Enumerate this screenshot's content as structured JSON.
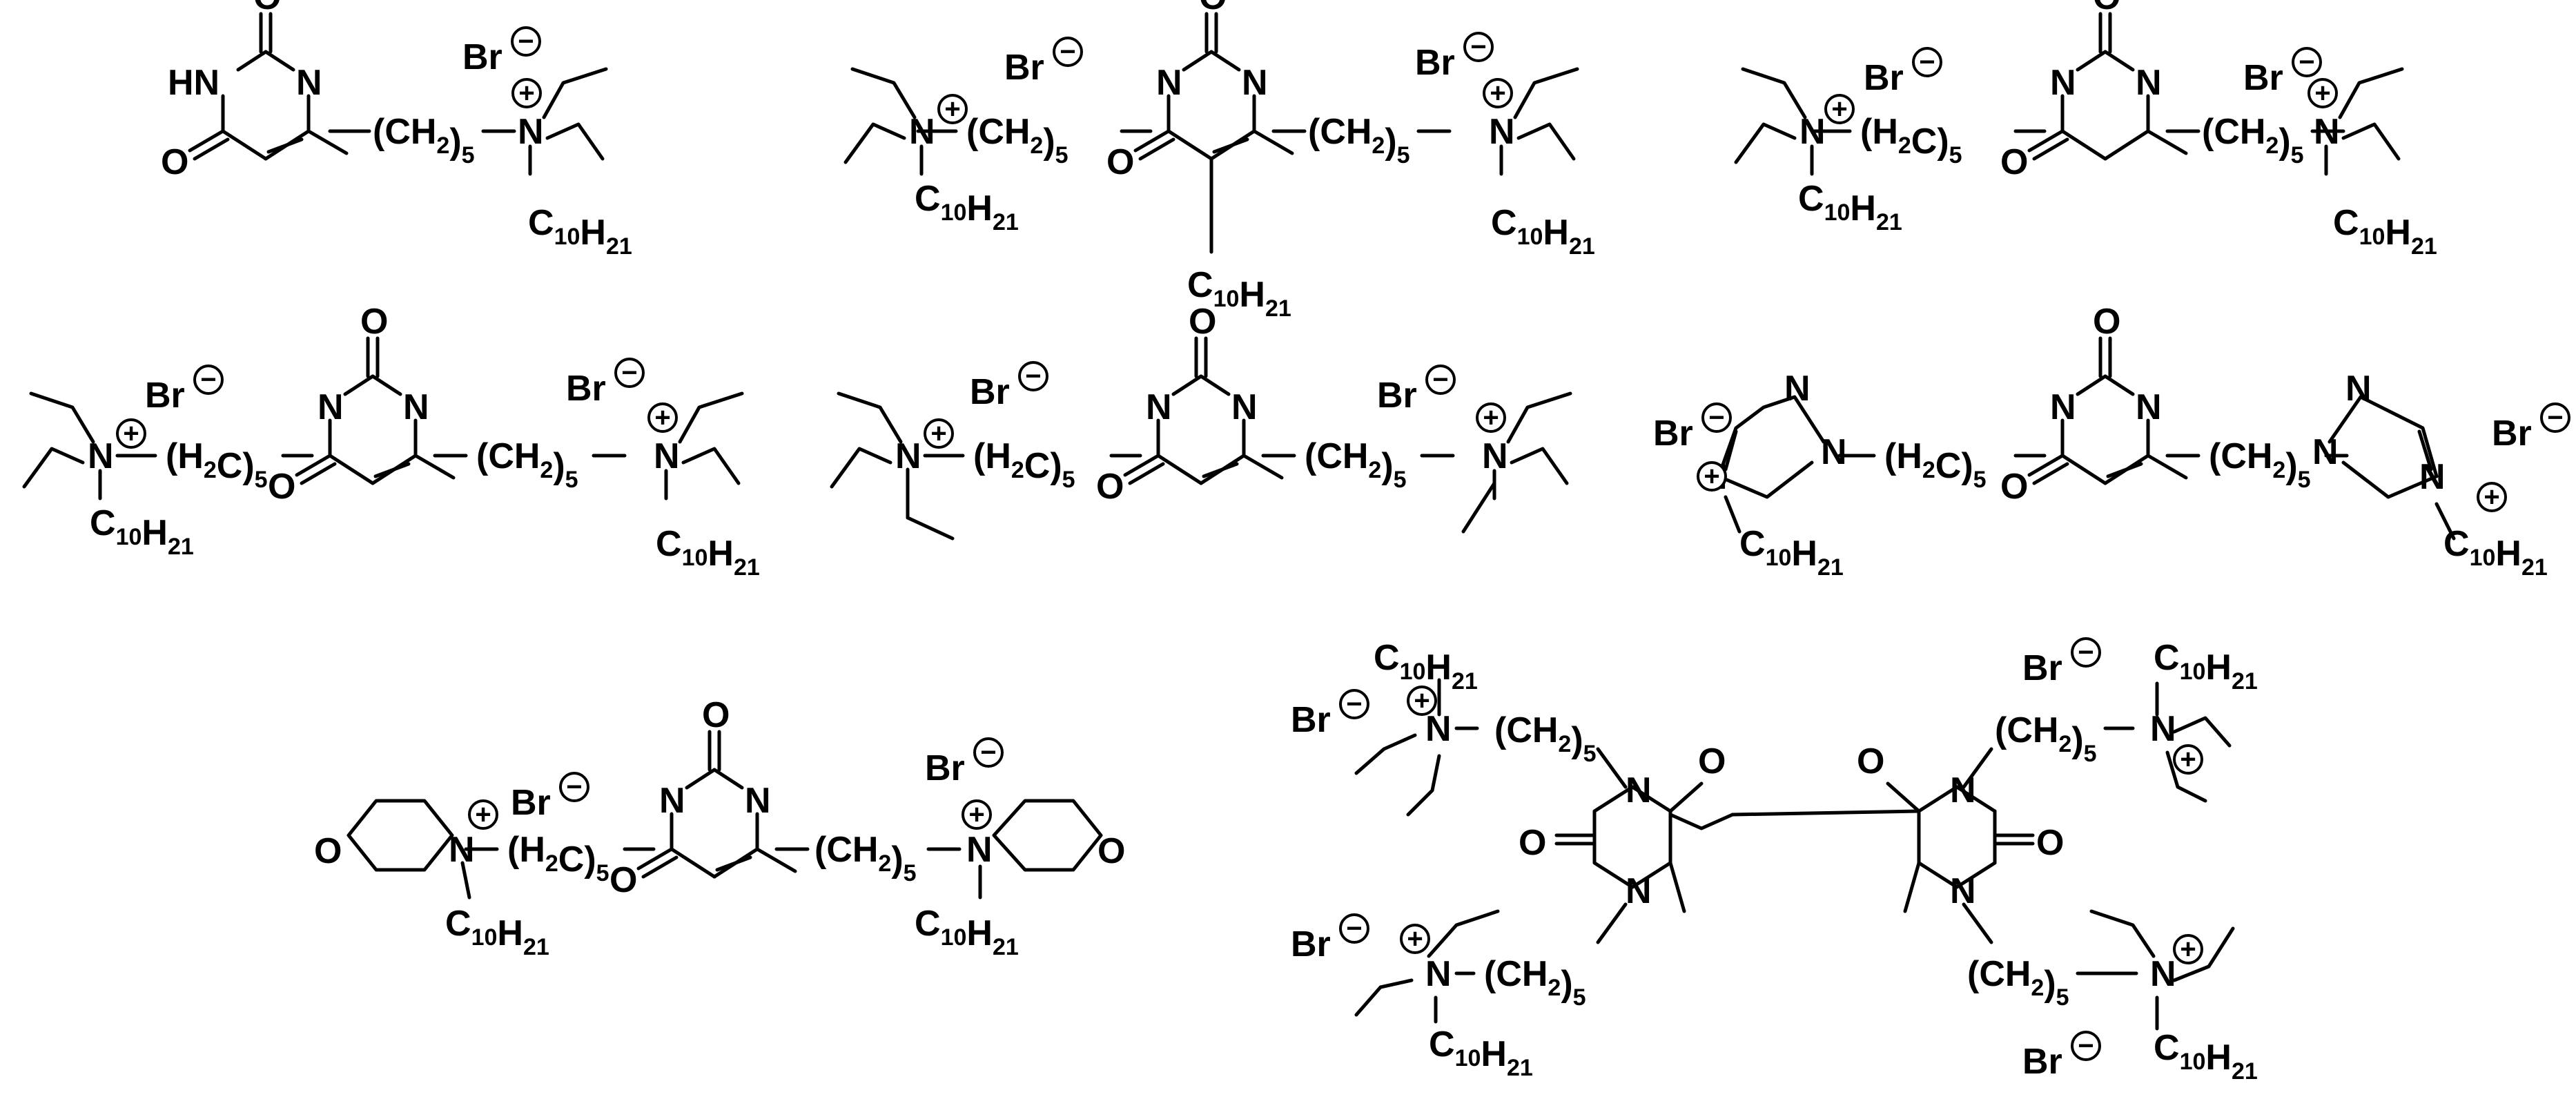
{
  "labels": {
    "br": "Br",
    "minus": "−",
    "plus": "+",
    "n": "N",
    "o": "O",
    "hn": "HN",
    "ch2": "(CH",
    "h2c": "(H",
    "c_suffix": "C)",
    "close": ")",
    "two": "2",
    "five": "5",
    "c10": "C",
    "ten": "10",
    "h21": "H",
    "twentyone": "21"
  },
  "structures": [
    {
      "name": "compound-1"
    },
    {
      "name": "compound-2"
    },
    {
      "name": "compound-3"
    },
    {
      "name": "compound-4"
    },
    {
      "name": "compound-5"
    },
    {
      "name": "compound-6"
    },
    {
      "name": "compound-7"
    },
    {
      "name": "compound-8"
    }
  ]
}
